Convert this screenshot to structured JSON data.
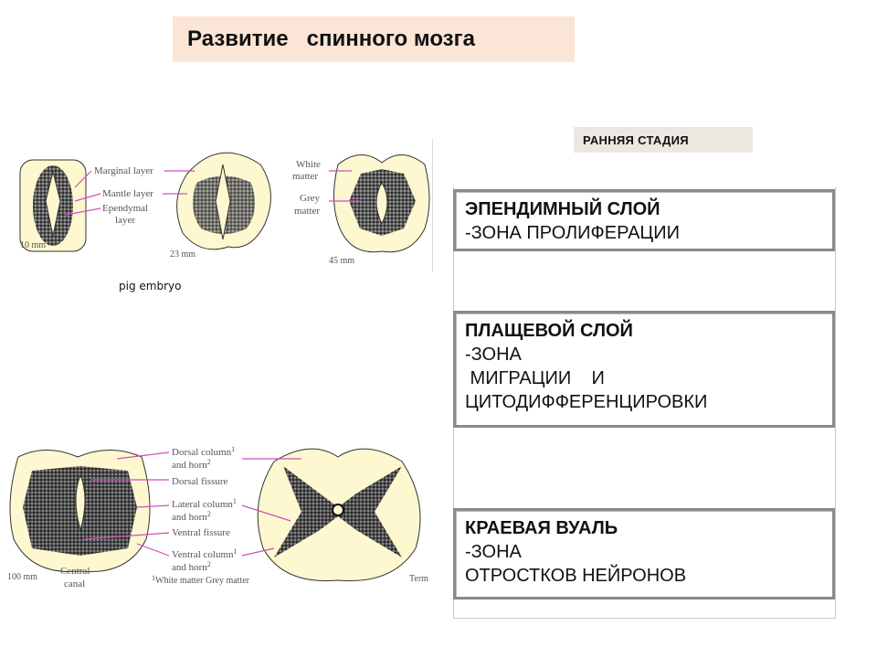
{
  "title": "Развитие   спинного мозга",
  "stage_label": "РАННЯЯ СТАДИЯ",
  "boxes": [
    {
      "heading": "ЭПЕНДИМНЫЙ СЛОЙ",
      "lines": [
        "-ЗОНА ПРОЛИФЕРАЦИИ"
      ]
    },
    {
      "heading": "ПЛАЩЕВОЙ СЛОЙ",
      "lines": [
        "-ЗОНА",
        " МИГРАЦИИ    И",
        "ЦИТОДИФФЕРЕНЦИРОВКИ"
      ]
    },
    {
      "heading": "КРАЕВАЯ ВУАЛЬ",
      "lines": [
        "-ЗОНА",
        "ОТРОСТКОВ НЕЙРОНОВ"
      ]
    }
  ],
  "figure_top": {
    "caption": "pig embryo",
    "labels": {
      "marginal": "Marginal layer",
      "mantle": "Mantle layer",
      "ependymal_1": "Ependymal",
      "ependymal_2": "layer",
      "white_1": "White",
      "white_2": "matter",
      "grey_1": "Grey",
      "grey_2": "matter",
      "s1": "10 mm",
      "s2": "23 mm",
      "s3": "45 mm"
    }
  },
  "figure_bottom": {
    "labels": {
      "dorsal_col_1": "Dorsal column",
      "dorsal_col_2": "and horn",
      "dorsal_fissure": "Dorsal fissure",
      "lateral_col_1": "Lateral column",
      "lateral_col_2": "and horn",
      "ventral_fissure": "Ventral fissure",
      "ventral_col_1": "Ventral column",
      "ventral_col_2": "and horn",
      "footnote": "White matter  Grey matter",
      "sup1": "1",
      "sup2": "2",
      "s100": "100 mm",
      "central_1": "Central",
      "central_2": "canal",
      "term": "Term"
    }
  }
}
